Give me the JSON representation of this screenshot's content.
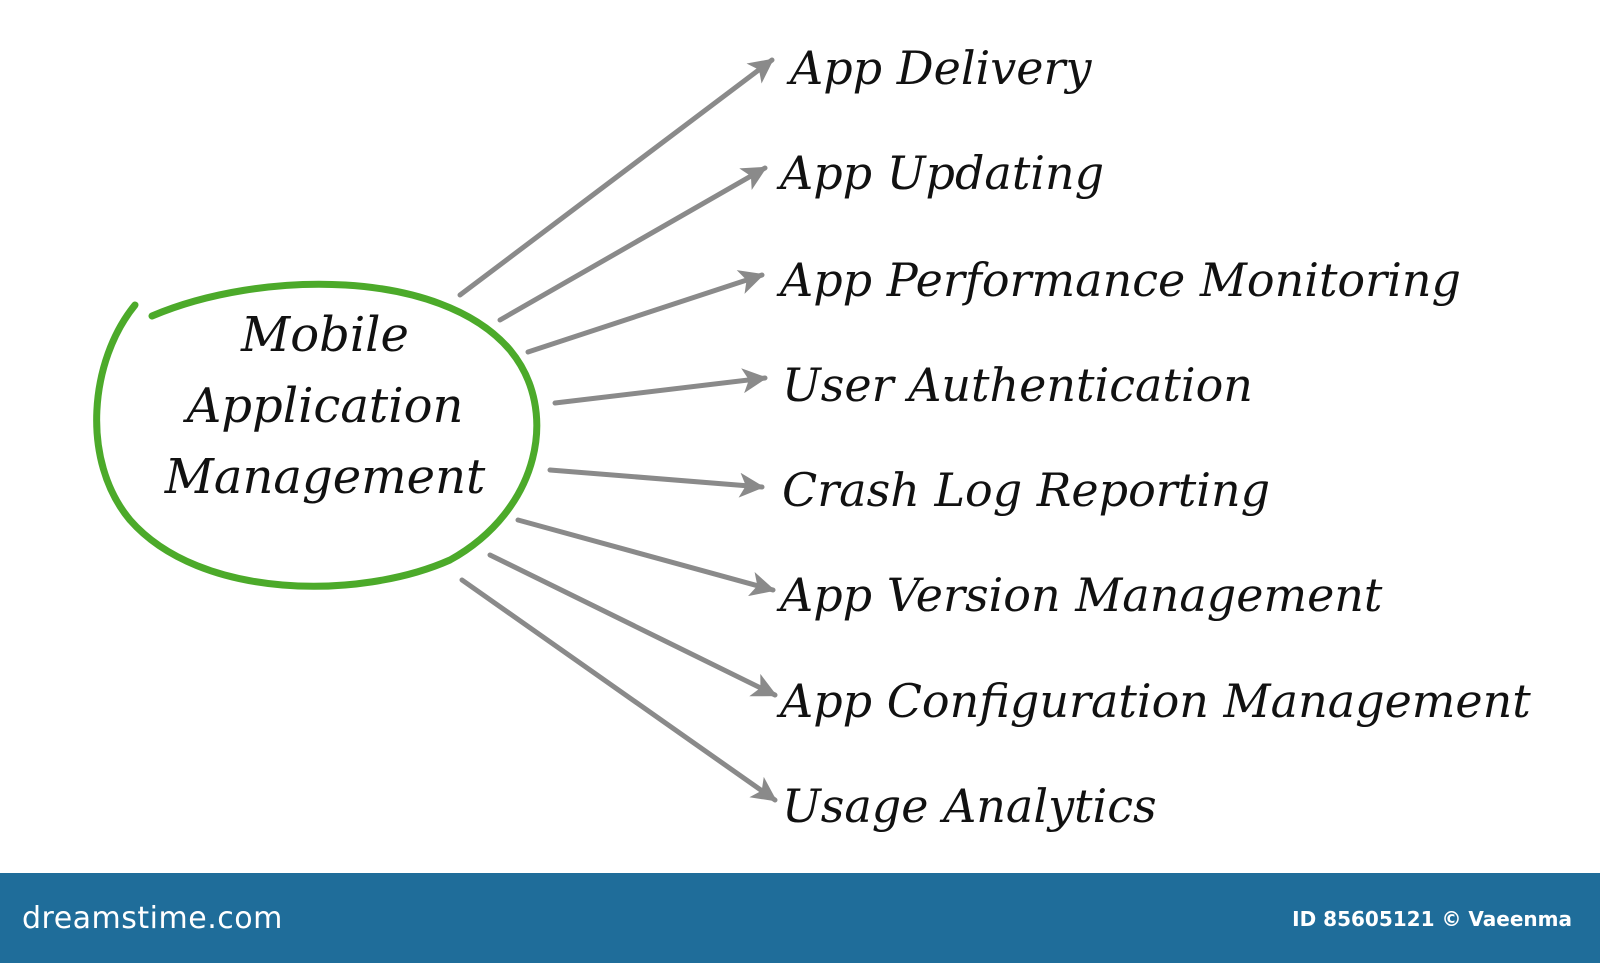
{
  "diagram": {
    "center_lines": [
      "Mobile",
      "Application",
      "Management"
    ],
    "items": [
      "App Delivery",
      "App Updating",
      "App Performance Monitoring",
      "User Authentication",
      "Crash Log Reporting",
      "App Version Management",
      "App Configuration Management",
      "Usage Analytics"
    ],
    "colors": {
      "ellipse": "#4caa2a",
      "arrow": "#8a8a8a",
      "text": "#111111",
      "footer": "#1f6d9a"
    }
  },
  "footer": {
    "brand": "dreamstime.com",
    "credit": "ID 85605121 © Vaeenma"
  }
}
